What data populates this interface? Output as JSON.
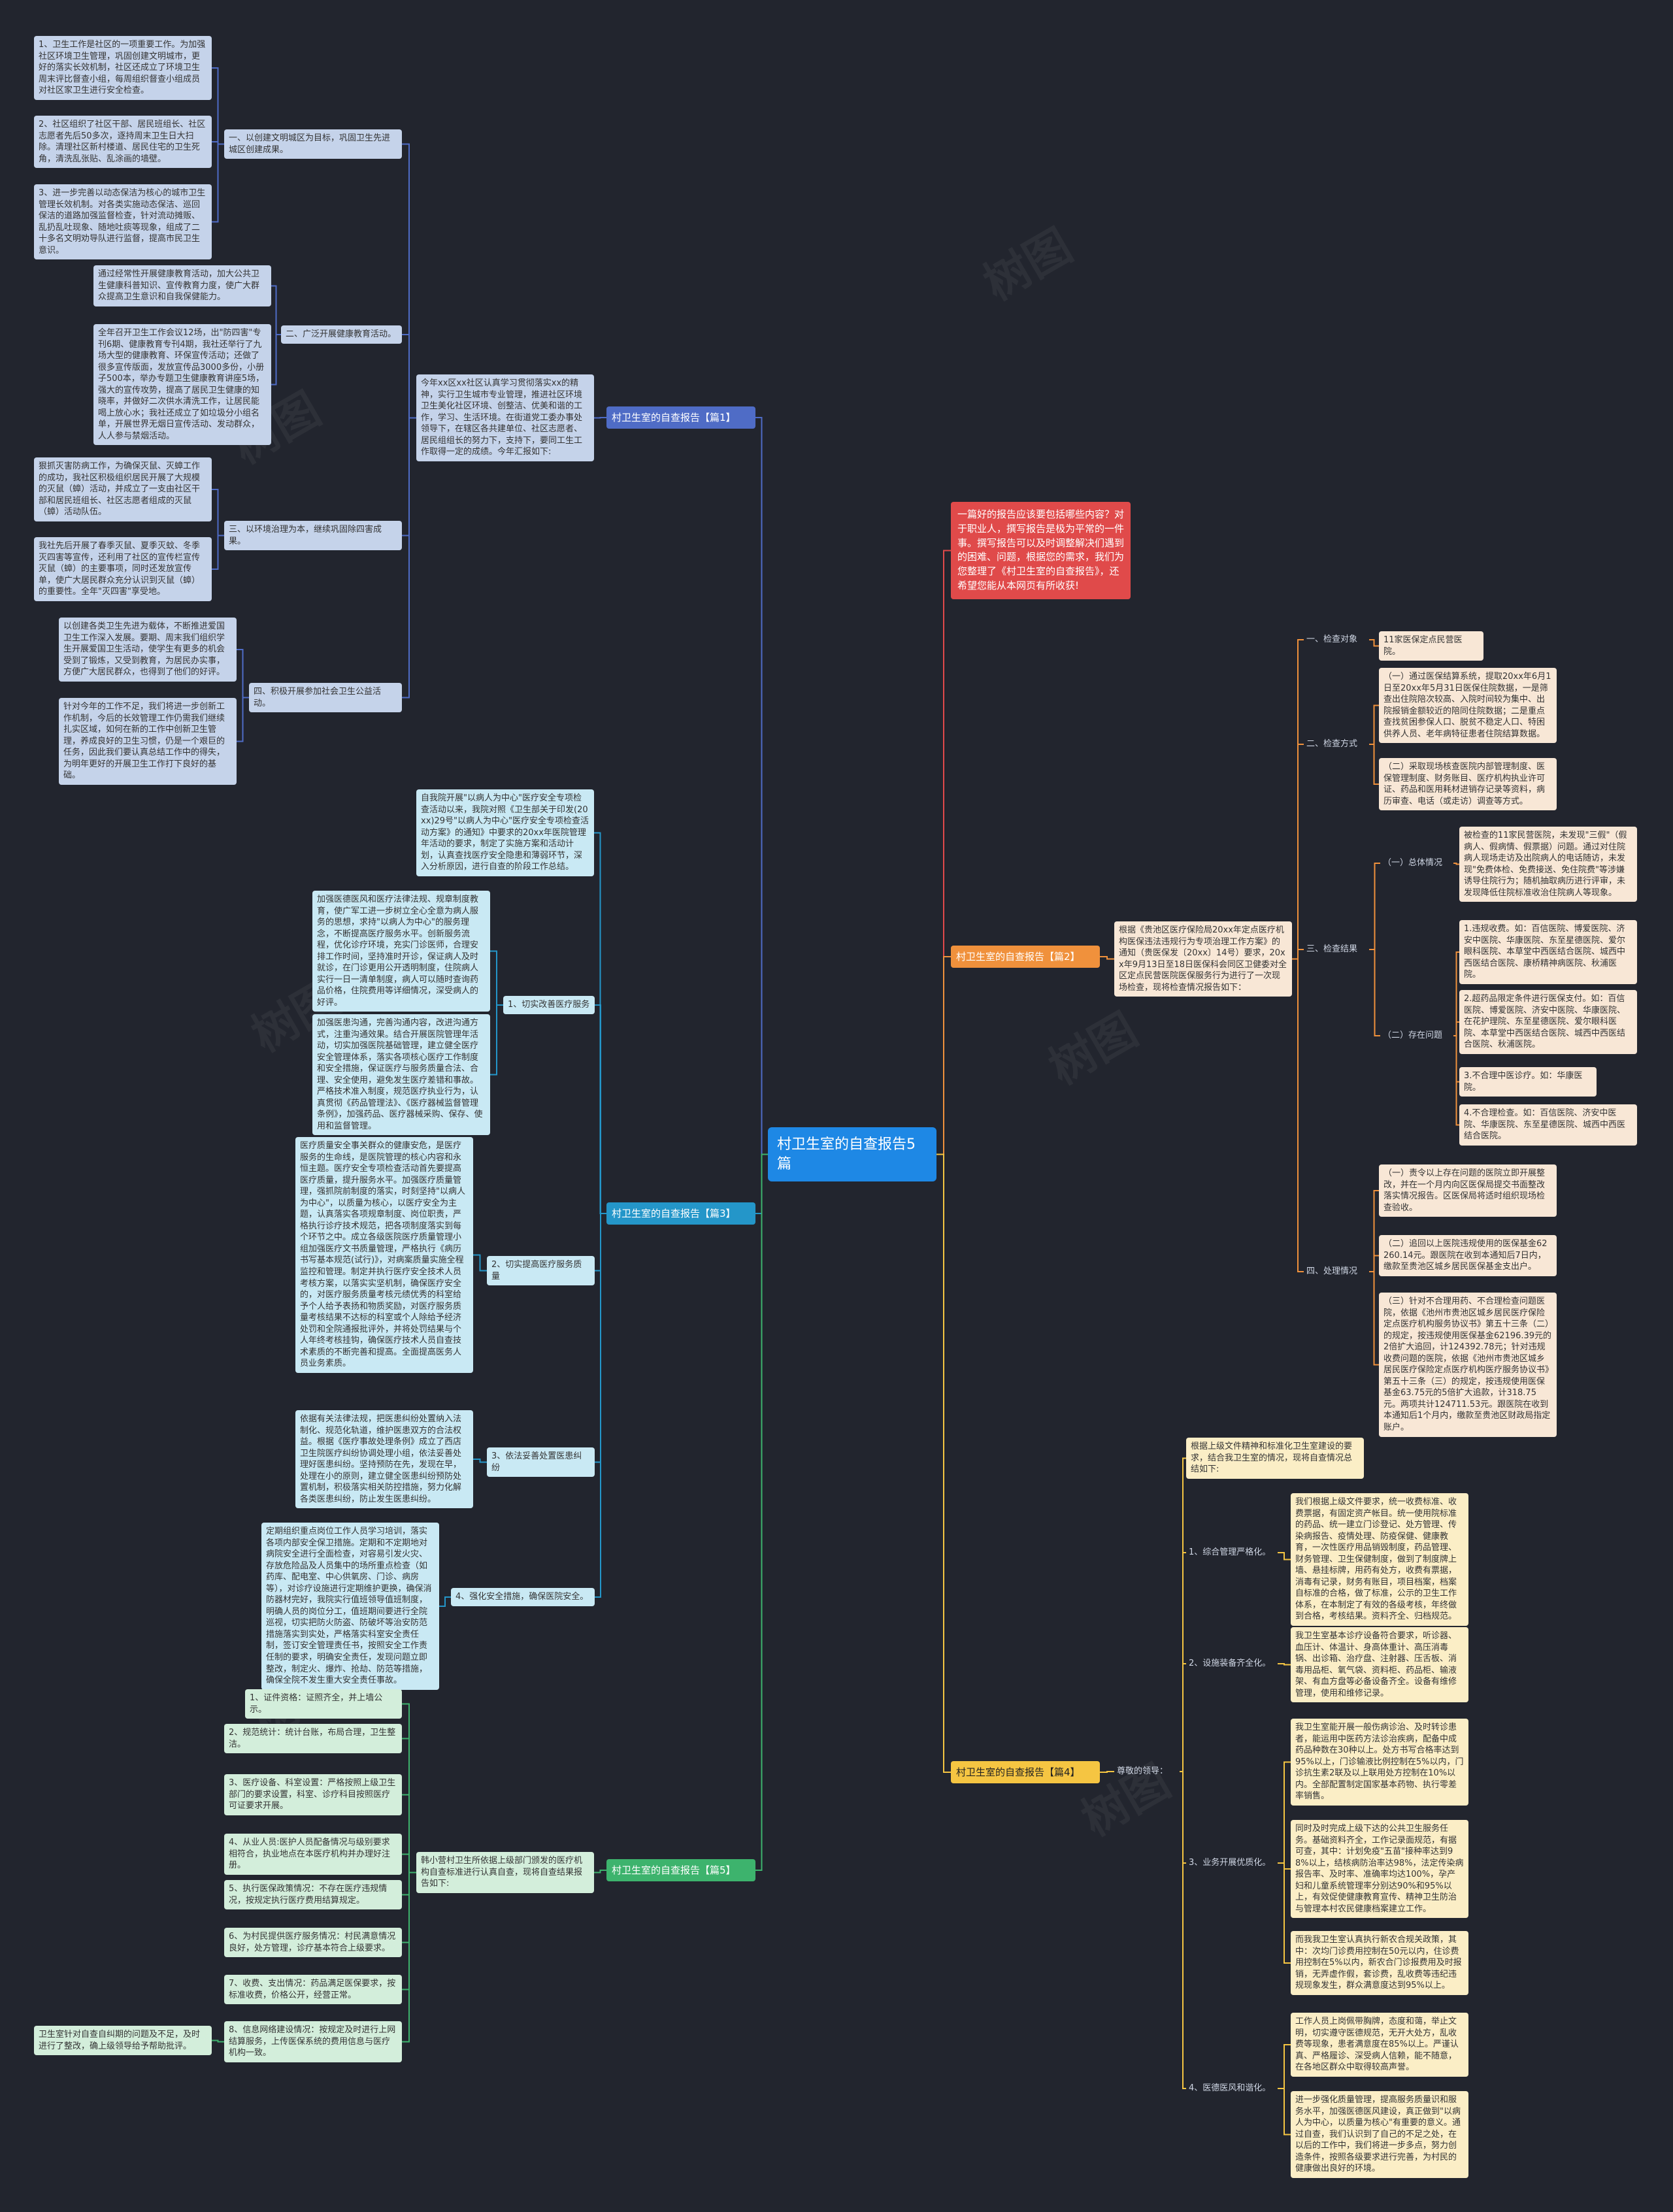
{
  "root": {
    "title": "村卫生室的自查报告5篇"
  },
  "intro": "一篇好的报告应该要包括哪些内容？对于职业人，撰写报告是极为平常的一件事。撰写报告可以及时调整解决们遇到的困难、问题，根据您的需求，我们为您整理了《村卫生室的自查报告》，还希望您能从本网页有所收获!",
  "branch1": {
    "title": "村卫生室的自查报告【篇1】",
    "summary": "今年xx区xx社区认真学习贯彻落实xx的精神，实行卫生城市专业管理，推进社区环境卫生美化社区环境、创整洁、优美和谐的工作，学习、生活环境。在街道党工委办事处领导下，在辖区各共建单位、社区志愿者、居民组组长的努力下，支持下，要同工生工作取得一定的成绩。今年汇报如下:",
    "sections": [
      {
        "title": "一、以创建文明城区为目标，巩固卫生先进城区创建成果。",
        "items": [
          "1、卫生工作是社区的一项重要工作。为加强社区环境卫生管理，巩固创建文明城市，更好的落实长效机制，社区还成立了环境卫生周末评比督查小组，每周组织督查小组成员对社区家卫生进行安全检查。",
          "2、社区组织了社区干部、居民班组长、社区志愿者先后50多次，逐持周末卫生日大扫除。清理社区新村楼道、居民住宅的卫生死角，清洗乱张贴、乱涂画的墙壁。",
          "3、进一步完善以动态保洁为核心的城市卫生管理长效机制。对各类实施动态保洁、巡回保洁的道路加强监督检查，针对流动摊贩、乱扔乱吐现象、随地吐痰等现象，组成了二十多名文明劝导队进行监督，提高市民卫生意识。"
        ]
      },
      {
        "title": "二、广泛开展健康教育活动。",
        "items": [
          "通过经常性开展健康教育活动，加大公共卫生健康科普知识、宣传教育力度，使广大群众提高卫生意识和自我保健能力。",
          "全年召开卫生工作会议12场，出\"防四害\"专刊6期、健康教育专刊4期，我社还举行了九场大型的健康教育、环保宣传活动；还做了很多宣传版面，发放宣传品3000多份，小册子500本，举办专题卫生健康教育讲座5场，强大的宣传攻势，提高了居民卫生健康的知晓率，并做好二次供水清洗工作，让居民能喝上放心水；我社还成立了如垃圾分小组名单，开展世界无烟日宣传活动、发动群众，人人参与禁烟活动。"
        ]
      },
      {
        "title": "三、以环境治理为本，继续巩固除四害成果。",
        "items": [
          "狠抓灭害防病工作，为确保灭鼠、灭蟑工作的成功，我社区积极组织居民开展了大规模的灭鼠（蟑）活动，并成立了一支由社区干部和居民班组长、社区志愿者组成的灭鼠（蟑）活动队伍。",
          "我社先后开展了春季灭鼠、夏季灭蚊、冬季灭四害等宣传，还利用了社区的宣传栏宣传灭鼠（蟑）的主要事项，同时还发放宣传单，使广大居民群众充分认识到灭鼠（蟑）的重要性。全年\"灭四害\"享受地。"
        ]
      },
      {
        "title": "四、积极开展参加社会卫生公益活动。",
        "items": [
          "以创建各类卫生先进为载体，不断推进爱国卫生工作深入发展。要期、周末我们组织学生开展爱国卫生活动，使学生有更多的机会受到了锻炼，又受到教育，为居民办实事，方便广大居民群众，也得到了他们的好评。",
          "针对今年的工作不足，我们将进一步创新工作机制，今后的长效管理工作仍需我们继续扎实区域，如何在新的工作中创新卫生管理，养成良好的卫生习惯，仍是一个艰巨的任务，因此我们要认真总结工作中的得失，为明年更好的开展卫生工作打下良好的基础。"
        ]
      }
    ]
  },
  "branch2": {
    "title": "村卫生室的自查报告【篇2】",
    "summary": "根据《贵池区医疗保险局20xx年定点医疗机构医保违法违规行为专项治理工作方案》的通知（贵医保发〔20xx〕14号）要求，20xx年9月13日至18日医保科会同区卫健委对全区定点民营医院医保服务行为进行了一次现场检查，现将检查情况报告如下：",
    "sections": [
      {
        "title": "一、检查对象",
        "items": [
          "11家医保定点民营医院。"
        ]
      },
      {
        "title": "二、检查方式",
        "items": [
          "（一）通过医保结算系统，提取20xx年6月1日至20xx年5月31日医保住院数据，一是筛查出住院陪次较高、入院时间较为集中、出院报销金额较近的陪同住院数据；二是重点查找贫困参保人口、脱贫不稳定人口、特困供养人员、老年病特征患者住院结算数据。",
          "（二）采取现场核查医院内部管理制度、医保管理制度、财务账目、医疗机构执业许可证、药品和医用耗材进销存记录等资料，病历审查、电话（或走访）调查等方式。"
        ]
      },
      {
        "title": "三、检查结果",
        "subs": [
          {
            "title": "（一）总体情况",
            "items": [
              "被检查的11家民营医院，未发现\"三假\"（假病人、假病情、假票据）问题。通过对住院病人现场走访及出院病人的电话随访，未发现\"免费体检、免费接送、免住院费\"等涉嫌诱导住院行为；随机抽取病历进行评审，未发现降低住院标准收治住院病人等现象。"
            ]
          },
          {
            "title": "（二）存在问题",
            "items": [
              "1.违规收费。如：百信医院、博爱医院、济安中医院、华康医院、东至星德医院、爱尔眼科医院、本草堂中西医结合医院、城西中西医结合医院、康桥精神病医院、秋浦医院。",
              "2.超药品限定条件进行医保支付。如：百信医院、博爱医院、济安中医院、华康医院、在花护理院、东至星德医院、爱尔眼科医院、本草堂中西医结合医院、城西中西医结合医院、秋浦医院。",
              "3.不合理中医诊疗。如：华康医院。",
              "4.不合理检查。如：百信医院、济安中医院、华康医院、东至星德医院、城西中西医结合医院。"
            ]
          }
        ]
      },
      {
        "title": "四、处理情况",
        "items": [
          "（一）责令以上存在问题的医院立即开展整改，并在一个月内向区医保局提交书面整改落实情况报告。区医保局将适时组织现场检查验收。",
          "（二）追回以上医院违规使用的医保基金62260.14元。跟医院在收到本通知后7日内，缴款至贵池区城乡居民医保基金支出户。",
          "（三）针对不合理用药、不合理检查问题医院，依据《池州市贵池区城乡居民医疗保险定点医疗机构服务协议书》第五十三条（二）的规定，按违规使用医保基金62196.39元的2倍扩大追回，计124392.78元；针对违规收费问题的医院，依据《池州市贵池区城乡居民医疗保险定点医疗机构医疗服务协议书》第五十三条（三）的规定，按违规使用医保基金63.75元的5倍扩大追款，计318.75元。两项共计124711.53元。跟医院在收到本通知后1个月内，缴款至贵池区财政局指定账户。"
        ]
      }
    ]
  },
  "branch3": {
    "title": "村卫生室的自查报告【篇3】",
    "summary": "自我院开展\"以病人为中心\"医疗安全专项检查活动以来，我院对照《卫生部关于印发(20xx)29号\"以病人为中心\"医疗安全专项检查活动方案》的通知》中要求的20xx年医院管理年活动的要求，制定了实施方案和活动计划，认真查找医疗安全隐患和薄弱环节，深入分析原因，进行自查的阶段工作总结。",
    "sections": [
      {
        "title": "1、切实改善医疗服务",
        "items": [
          "加强医德医风和医疗法律法规、规章制度教育，使广军工进一步树立全心全意为病人服务的思想，求持\"以病人为中心\"的服务理念，不断提高医疗服务水平。创新服务流程，优化诊疗环境，充实门诊医师，合理安排工作时间，坚持准时开诊，保证病人及时就诊，在门诊更用公开透明制度，住院病人实行一日一清单制度，病人可以随时查询药品价格，住院费用等详细情况，深受病人的好评。",
          "加强医患沟通，完善沟通内容，改进沟通方式，注重沟通效果。结合开展医院管理年活动，切实加强医院基础管理，建立健全医疗安全管理体系，落实各项核心医疗工作制度和安全措施，保证医疗与服务质量合法、合理、安全使用，避免发生医疗差错和事故。严格技术准入制度，规范医疗执业行为，认真贯彻《药品管理法》、《医疗器械监督管理条例》，加强药品、医疗器械采购、保存、使用和监督管理。"
        ]
      },
      {
        "title": "2、切实提高医疗服务质量",
        "items": [
          "医疗质量安全事关群众的健康安危，是医疗服务的生命线，是医院管理的核心内容和永恒主题。医疗安全专项检查活动首先要提高医疗质量，提升服务水平。加强医疗质量管理，强抓院前制度的落实，时刻坚持\"以病人为中心\"，以质量为核心，以医疗安全为主题，认真落实各项规章制度、岗位职责，严格执行诊疗技术规范，把各项制度落实到每个环节之中。成立各级医院医疗质量管理小组加强医疗文书质量管理，严格执行《病历书写基本规范(试行)》，对病案质量实施全程监控和管理。制定并执行医疗安全技术人员考核方案，以落实实坚机制，确保医疗安全的，对医疗服务质量考核元绩优秀的科室给予个人给予表扬和物质奖励，对医疗服务质量考核结果不达标的科室或个人除给予经济处罚和全院通报批评外，并将处罚结果与个人年终考核挂钩，确保医疗技术人员自查技术素质的不断完善和提高。全面提高医务人员业务素质。"
        ]
      },
      {
        "title": "3、依法妥善处置医患纠纷",
        "items": [
          "依据有关法律法规，把医患纠纷处置纳入法制化、规范化轨道，维护医患双方的合法权益。根据《医疗事故处理条例》成立了西店卫生院医疗纠纷协调处理小组，依法妥善处理好医患纠纷。坚持预防在先，发现在早，处理在小的原则，建立健全医患纠纷预防处置机制，积极落实相关防控措施，努力化解各类医患纠纷，防止发生医患纠纷。"
        ]
      },
      {
        "title": "4、强化安全措施，确保医院安全。",
        "items": [
          "定期组织重点岗位工作人员学习培训，落实各项内部安全保卫措施。定期和不定期地对病院安全进行全面检查，对容易引发火灾、存放危险品及人员集中的场所重点检查（如药库、配电室、中心供氧房、门诊、病房等），对诊疗设施进行定期维护更换，确保消防器材完好，我院实行值班领导值班制度，明确人员的岗位分工，值班期间要进行全院巡视，切实把防火防盗、防破坏等治安防范措施落实到实处，严格落实科室安全责任制，签订安全管理责任书，按照安全工作责任制的要求，明确安全责任，发现问题立即整改，制定火、爆炸、抢劫、防范等措施，确保全院不发生重大安全责任事故。"
        ]
      }
    ]
  },
  "branch4": {
    "title": "村卫生室的自查报告【篇4】",
    "summary": "根据上级文件精神和标准化卫生室建设的要求，结合我卫生室的情况，现将自查情况总结如下:",
    "label": "尊敬的领导：",
    "sections": [
      {
        "title": "1、综合管理严格化。",
        "items": [
          "我们根据上级文件要求，统一收费标准、收费票据，有固定资产帐目。统一使用院标准的药品、统一建立门诊登记、处方管理、传染病报告、疫情处理、防疫保健、健康教育，一次性医疗用品销毁制度，药品管理、财务管理、卫生保健制度，做到了制度牌上墙、悬挂标牌，用药有处方，收费有票据，消毒有记录，财务有账目，项目档案，档案自标准的合格，做了标准，公示的卫生工作体系，在本制定了有效的各级考核，年终做到合格，考核结果。资料齐全、归档规范。"
        ]
      },
      {
        "title": "2、设施装备齐全化。",
        "items": [
          "我卫生室基本诊疗设备符合要求，听诊器、血压计、体温计、身高体重计、高压消毒锅、出诊箱、治疗盘、注射器、压舌板、消毒用品柜、氧气袋、资料柜、药品柜、输液架、有血方盘等必备设备齐全。设备有维修管理，使用和维修记录。"
        ]
      },
      {
        "title": "3、业务开展优质化。",
        "items": [
          "我卫生室能开展一般伤病诊治、及时转诊患者，能运用中医药方法诊治疾病，配备中成药品种数在30种以上。处方书写合格率达到95%以上，门诊输液比例控制在5%以内，门诊抗生素2联及以上联用处方控制在10%以内。全部配置制定国家基本药物、执行零差率销售。",
          "同时及时完成上级下达的公共卫生服务任务。基础资料齐全，工作记录面规范，有据可查，其中：计划免疫\"五苗\"接种率达到98%以上，结核病防治率达98%，法定传染病报告率、及时率、准确率均达100%，孕产妇和儿童系统管理率分别达90%和95%以上，有效促使健康教育宣传、精神卫生防治与管理本村农民健康档案建立工作。",
          "而我我卫生室认真执行新农合规关政策，其中：次均门诊费用控制在50元以内，住诊费用控制在5%以内，新农合门诊报费用及时报销，无弄虚作假，套诊费，乱收费等违纪违规现象发生，群众满意度达到95%以上。"
        ]
      },
      {
        "title": "4、医德医风和谐化。",
        "items": [
          "工作人员上岗佩带胸牌，态度和蔼，举止文明，切实遵守医德规范，无开大处方，乱收费等现象，患者满意度在85%以上。严谨认真、严格履诊、深受病人信赖，能不随意，在各地区群众中取得较高声誉。",
          "进一步强化质量管理，提高服务质量识和服务水平，加强医德医风建设，真正做到\"以病人为中心，以质量为核心\"有重要的意义。通过自查，我们认识到了自己的不足之处，在以后的工作中，我们将进一步多点，努力创造条件，按照各级要求进行完善，为村民的健康做出良好的环境。"
        ]
      }
    ]
  },
  "branch5": {
    "title": "村卫生室的自查报告【篇5】",
    "summary": "韩小营村卫生所依据上级部门颁发的医疗机构自查标准进行认真自查，现将自查结果报告如下:",
    "extra": "卫生室针对自查自纠期的问题及不足，及时进行了整改，确上级领导给予帮助批评。",
    "items": [
      "1、证件资格：证照齐全，并上墙公示。",
      "2、规范统计：统计台账，布局合理，卫生整洁。",
      "3、医疗设备、科室设置：严格按照上级卫生部门的要求设置，科室、诊疗科目按照医疗可证要求开展。",
      "4、从业人员:医护人员配备情况与级别要求相符合，执业地点在本医疗机构并办理好注册。",
      "5、执行医保政策情况：不存在医疗违规情况，按规定执行医疗费用结算规定。",
      "6、为村民提供医疗服务情况：村民满意情况良好，处方管理，诊疗基本符合上级要求。",
      "7、收费、支出情况：药品满足医保要求，按标准收费，价格公开，经营正常。",
      "8、信息网络建设情况：按规定及时进行上网结算服务，上传医保系统的费用信息与医疗机构一致。"
    ]
  },
  "colors": {
    "background": "#22252e",
    "root": "#1e88e5",
    "intro": "#e04a4a",
    "branch1": "#4f6cc6",
    "branch2": "#f0913c",
    "branch3": "#2496c9",
    "branch4": "#f5c542",
    "branch5": "#3db36d"
  }
}
